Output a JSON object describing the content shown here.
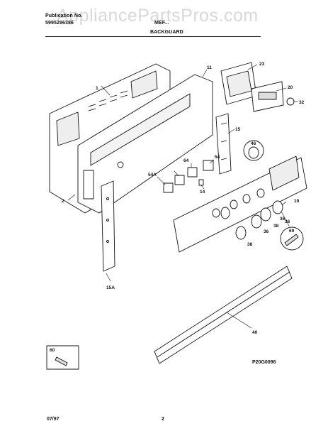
{
  "header": {
    "publication_label": "Publication No.",
    "publication_number": "5995296386",
    "model_text": "MEF...",
    "section_title": "BACKGUARD",
    "watermark": "AppliancePartsPros.com"
  },
  "parts": [
    "1",
    "11",
    "23",
    "20",
    "32",
    "15",
    "46",
    "54",
    "64",
    "54A",
    "14",
    "19",
    "2",
    "36",
    "38",
    "36",
    "38",
    "36",
    "69",
    "15A",
    "40",
    "60"
  ],
  "footer": {
    "date": "07/97",
    "page": "2",
    "figure_code": "P20G0096"
  }
}
